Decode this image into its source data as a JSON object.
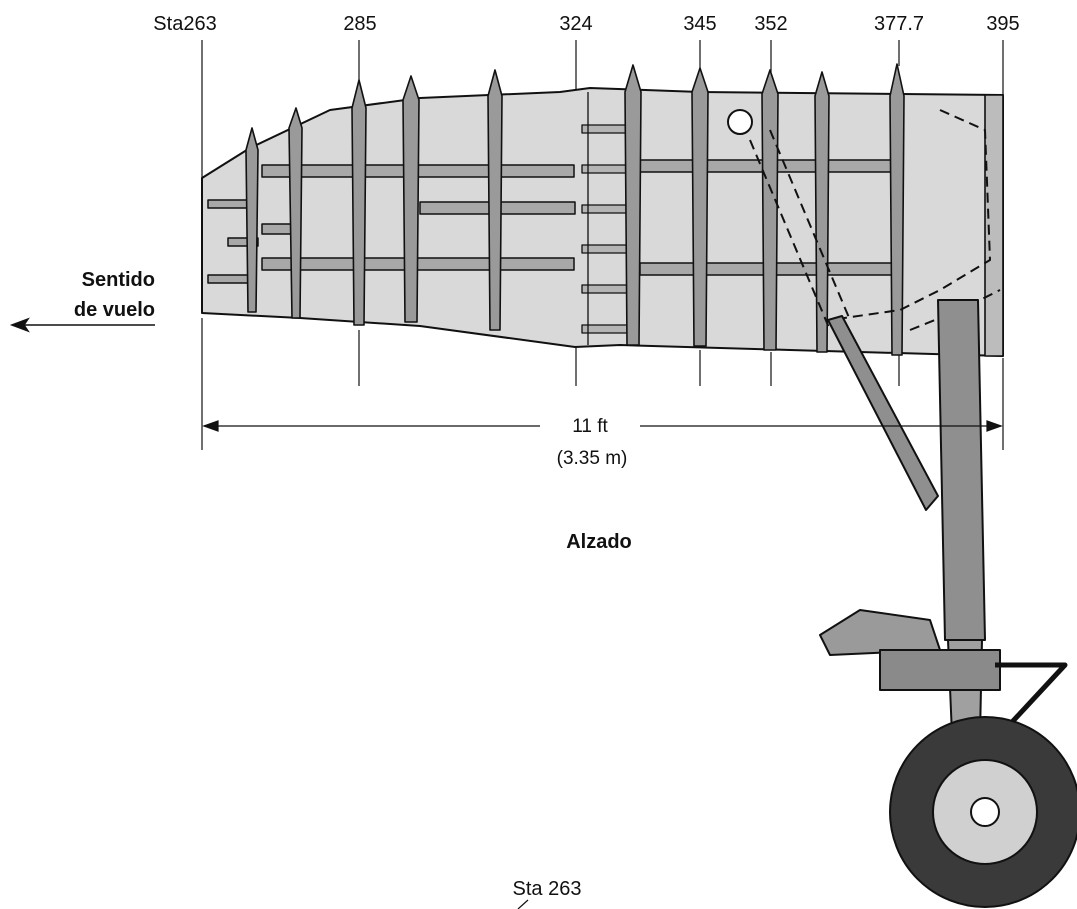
{
  "stations": [
    "Sta263",
    "285",
    "324",
    "345",
    "352",
    "377.7",
    "395"
  ],
  "direction_label": [
    "Sentido",
    "de vuelo"
  ],
  "dimension": {
    "primary": "11 ft",
    "secondary": "(3.35 m)"
  },
  "view_title": "Alzado",
  "bottom_label": "Sta 263",
  "colors": {
    "structure_fill": "#d9d9d9",
    "frame_fill": "#9a9a9a",
    "gear_fill": "#8f8f8f",
    "tire_fill": "#3a3a3a",
    "line": "#111111"
  }
}
